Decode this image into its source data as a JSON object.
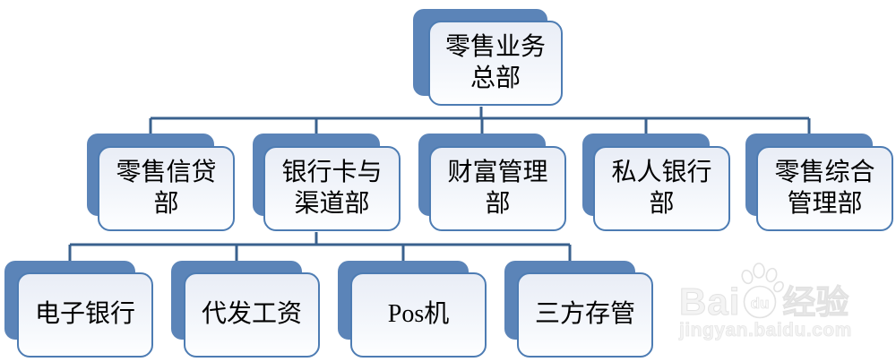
{
  "diagram": {
    "type": "org-chart",
    "root": {
      "label": "零售业务\n总部"
    },
    "departments": [
      {
        "label": "零售信贷\n部"
      },
      {
        "label": "银行卡与\n渠道部"
      },
      {
        "label": "财富管理\n部"
      },
      {
        "label": "私人银行\n部"
      },
      {
        "label": "零售综合\n管理部"
      }
    ],
    "sub_departments": {
      "parent_index": 1,
      "items": [
        {
          "label": "电子银行"
        },
        {
          "label": "代发工资"
        },
        {
          "label": "Pos机"
        },
        {
          "label": "三方存管"
        }
      ]
    }
  },
  "watermark": {
    "brand_left": "Bai",
    "brand_paw": "du",
    "brand_right": "经验",
    "url": "jingyan.baidu.com"
  },
  "colors": {
    "node_back": "#5b84b8",
    "node_border": "#4d7cb3",
    "node_fill_top": "#e9edf6",
    "node_fill_bottom": "#fdfeff",
    "connector": "#3a618e",
    "text": "#000000",
    "watermark": "#e2e2e2"
  }
}
